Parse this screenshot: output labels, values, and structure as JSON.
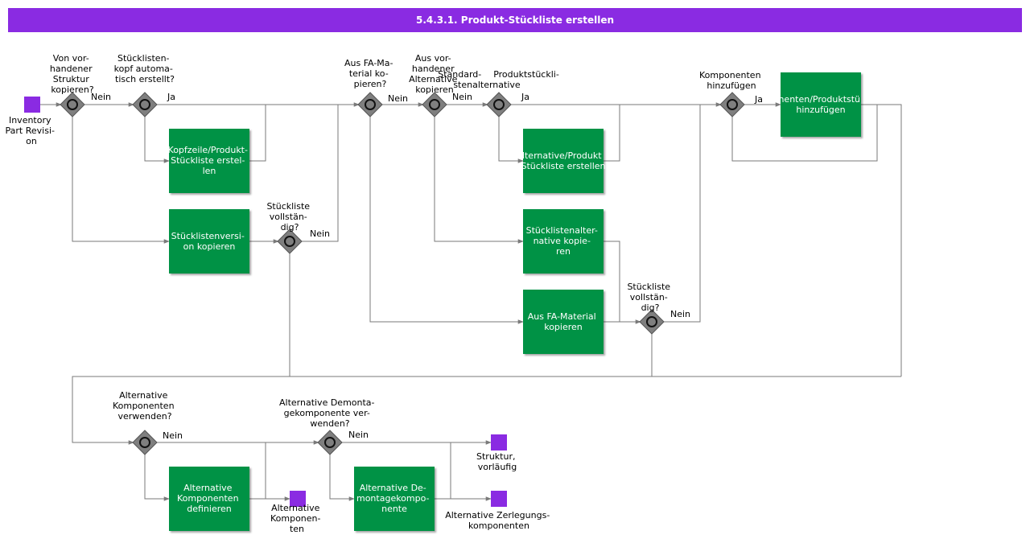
{
  "title": "5.4.3.1. Produkt-Stückliste erstellen",
  "colors": {
    "header": "#8a2be2",
    "task": "#009245",
    "event": "#8a2be2",
    "gateway": "#7f7f7f",
    "edge": "#7a7a7a"
  },
  "events": {
    "inventory_part_revision": [
      "Inventory",
      "Part Revisi-",
      "on"
    ],
    "alternative_komponenten": [
      "Alternative",
      "Komponen-",
      "ten"
    ],
    "struktur_vorlaeufig": [
      "Struktur,",
      "vorläufig"
    ],
    "alternative_zerlegungskomponenten": [
      "Alternative    Zerlegungs-",
      "komponenten"
    ]
  },
  "gateways": {
    "g1": [
      "Von vor-",
      "handener",
      "Struktur",
      "kopieren?"
    ],
    "g2": [
      "Stücklisten-",
      "kopf automa-",
      "tisch erstellt?"
    ],
    "g3": [
      "Stückliste",
      "vollstän-",
      "dig?"
    ],
    "g4": [
      "Aus FA-Ma-",
      "terial ko-",
      "pieren?"
    ],
    "g5": [
      "Aus vor-",
      "handener",
      "Alternative",
      "kopieren"
    ],
    "g6": [
      "Standard-",
      "stenalternative"
    ],
    "g6b": [
      "Produktstückli-"
    ],
    "g7": [
      "Stückliste",
      "vollstän-",
      "dig?"
    ],
    "g8": [
      "Komponenten",
      "hinzufügen"
    ],
    "g9": [
      "Alternative",
      "Komponenten",
      "verwenden?"
    ],
    "g10": [
      "Alternative    Demonta-",
      "gekomponente    ver-",
      "wenden?"
    ]
  },
  "tasks": {
    "t1": [
      "Kopfzeile/Produkt-",
      "Stückliste erstel-",
      "len"
    ],
    "t2": [
      "Stücklistenversi-",
      "on kopieren"
    ],
    "t3": [
      "lternative/Produkt",
      "Stückliste erstellen"
    ],
    "t4": [
      "Stücklistenalter-",
      "native      kopie-",
      "ren"
    ],
    "t5": [
      "Aus FA-Material",
      "kopieren"
    ],
    "t6": [
      "nenten/Produktstü",
      "hinzufügen"
    ],
    "t7": [
      "Alternative",
      "Komponenten",
      "definieren"
    ],
    "t8": [
      "Alternative    De-",
      "montagekompo-",
      "nente"
    ]
  },
  "edge_labels": {
    "g1_nein": "Nein",
    "g2_ja": "Ja",
    "g3_nein": "Nein",
    "g4_nein": "Nein",
    "g5_nein": "Nein",
    "g6_ja": "Ja",
    "g7_nein": "Nein",
    "g8_ja": "Ja",
    "g9_nein": "Nein",
    "g10_nein": "Nein"
  }
}
